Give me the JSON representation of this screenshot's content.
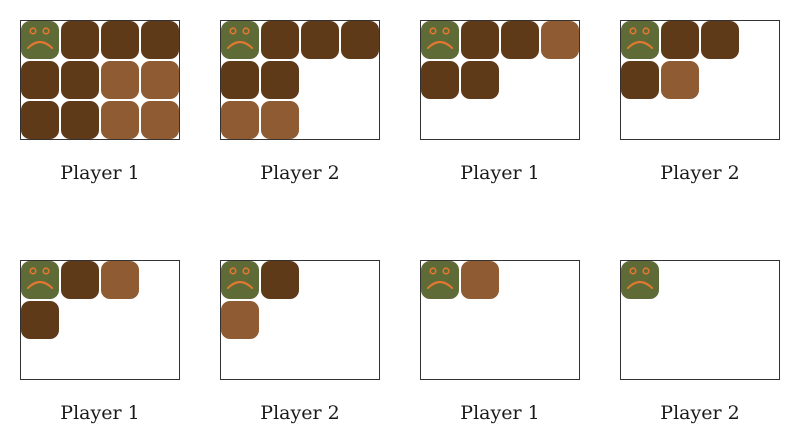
{
  "colors": {
    "poison": "#5E6B36",
    "poison_face": "#E0782F",
    "dark": "#5E3A18",
    "light": "#8F5B33",
    "border": "#333333"
  },
  "panels": [
    {
      "label": "Player 1",
      "grid": [
        [
          "P",
          "D",
          "D",
          "D"
        ],
        [
          "D",
          "D",
          "L",
          "L"
        ],
        [
          "D",
          "D",
          "L",
          "L"
        ]
      ]
    },
    {
      "label": "Player 2",
      "grid": [
        [
          "P",
          "D",
          "D",
          "D"
        ],
        [
          "D",
          "D"
        ],
        [
          "L",
          "L"
        ]
      ]
    },
    {
      "label": "Player 1",
      "grid": [
        [
          "P",
          "D",
          "D",
          "L"
        ],
        [
          "D",
          "D"
        ]
      ]
    },
    {
      "label": "Player 2",
      "grid": [
        [
          "P",
          "D",
          "D"
        ],
        [
          "D",
          "L"
        ]
      ]
    },
    {
      "label": "Player 1",
      "grid": [
        [
          "P",
          "D",
          "L"
        ],
        [
          "D"
        ]
      ]
    },
    {
      "label": "Player 2",
      "grid": [
        [
          "P",
          "D"
        ],
        [
          "L"
        ]
      ]
    },
    {
      "label": "Player 1",
      "grid": [
        [
          "P",
          "L"
        ]
      ]
    },
    {
      "label": "Player 2",
      "grid": [
        [
          "P"
        ]
      ]
    }
  ]
}
